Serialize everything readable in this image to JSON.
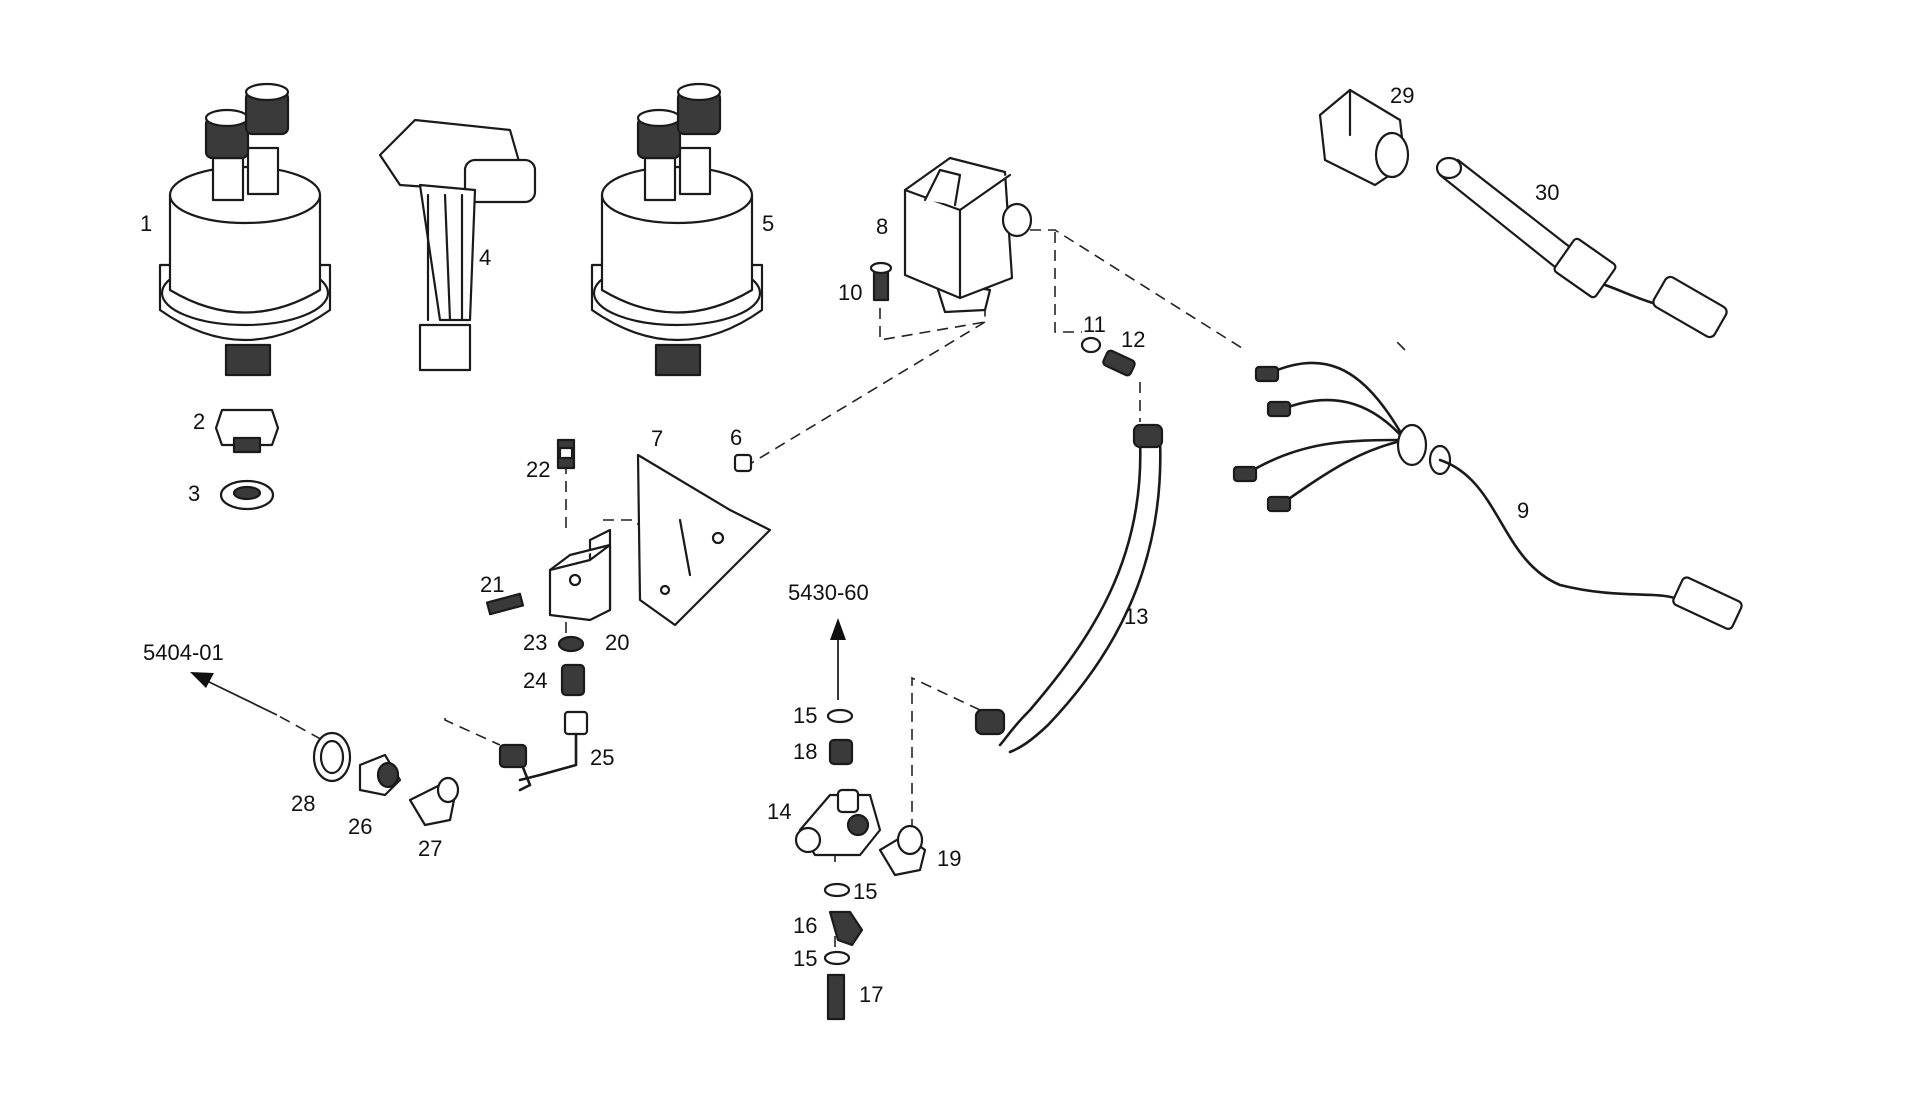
{
  "labels": {
    "p1": "1",
    "p2": "2",
    "p3": "3",
    "p4": "4",
    "p5": "5",
    "p6": "6",
    "p7": "7",
    "p8": "8",
    "p9": "9",
    "p10": "10",
    "p11": "11",
    "p12": "12",
    "p13": "13",
    "p14": "14",
    "p15a": "15",
    "p15b": "15",
    "p15c": "15",
    "p16": "16",
    "p17": "17",
    "p18": "18",
    "p19": "19",
    "p20": "20",
    "p21": "21",
    "p22": "22",
    "p23": "23",
    "p24": "24",
    "p25": "25",
    "p26": "26",
    "p27": "27",
    "p28": "28",
    "p29": "29",
    "p30": "30"
  },
  "references": {
    "left": "5404-01",
    "center": "5430-60"
  },
  "colors": {
    "ink": "#1a1a1a",
    "background": "#ffffff"
  }
}
